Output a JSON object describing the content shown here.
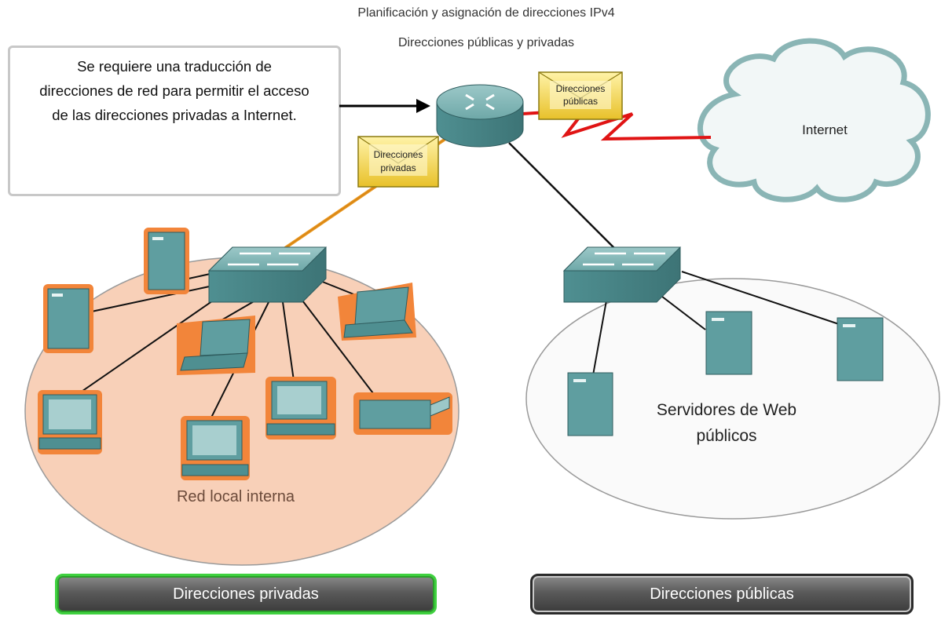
{
  "title": {
    "line1": "Planificación y asignación de direcciones IPv4",
    "line2": "Direcciones públicas y privadas"
  },
  "callout": {
    "line1": "Se requiere una traducción de",
    "line2": "direcciones de red para permitir el acceso",
    "line3": "de las direcciones privadas a Internet."
  },
  "envelopes": {
    "public": {
      "line1": "Direcciones",
      "line2": "públicas"
    },
    "private": {
      "line1": "Direcciones",
      "line2": "privadas"
    }
  },
  "cloud_label": "Internet",
  "private_network_label": "Red local interna",
  "public_servers_label": {
    "line1": "Servidores de Web",
    "line2": "públicos"
  },
  "buttons": {
    "private": "Direcciones privadas",
    "public": "Direcciones públicas"
  },
  "colors": {
    "private_link": "#e8951c",
    "public_link": "#e01414",
    "device_teal": "#5f9ea0",
    "private_area": "#f8d0b8",
    "button_active_border": "#3fd13f"
  }
}
